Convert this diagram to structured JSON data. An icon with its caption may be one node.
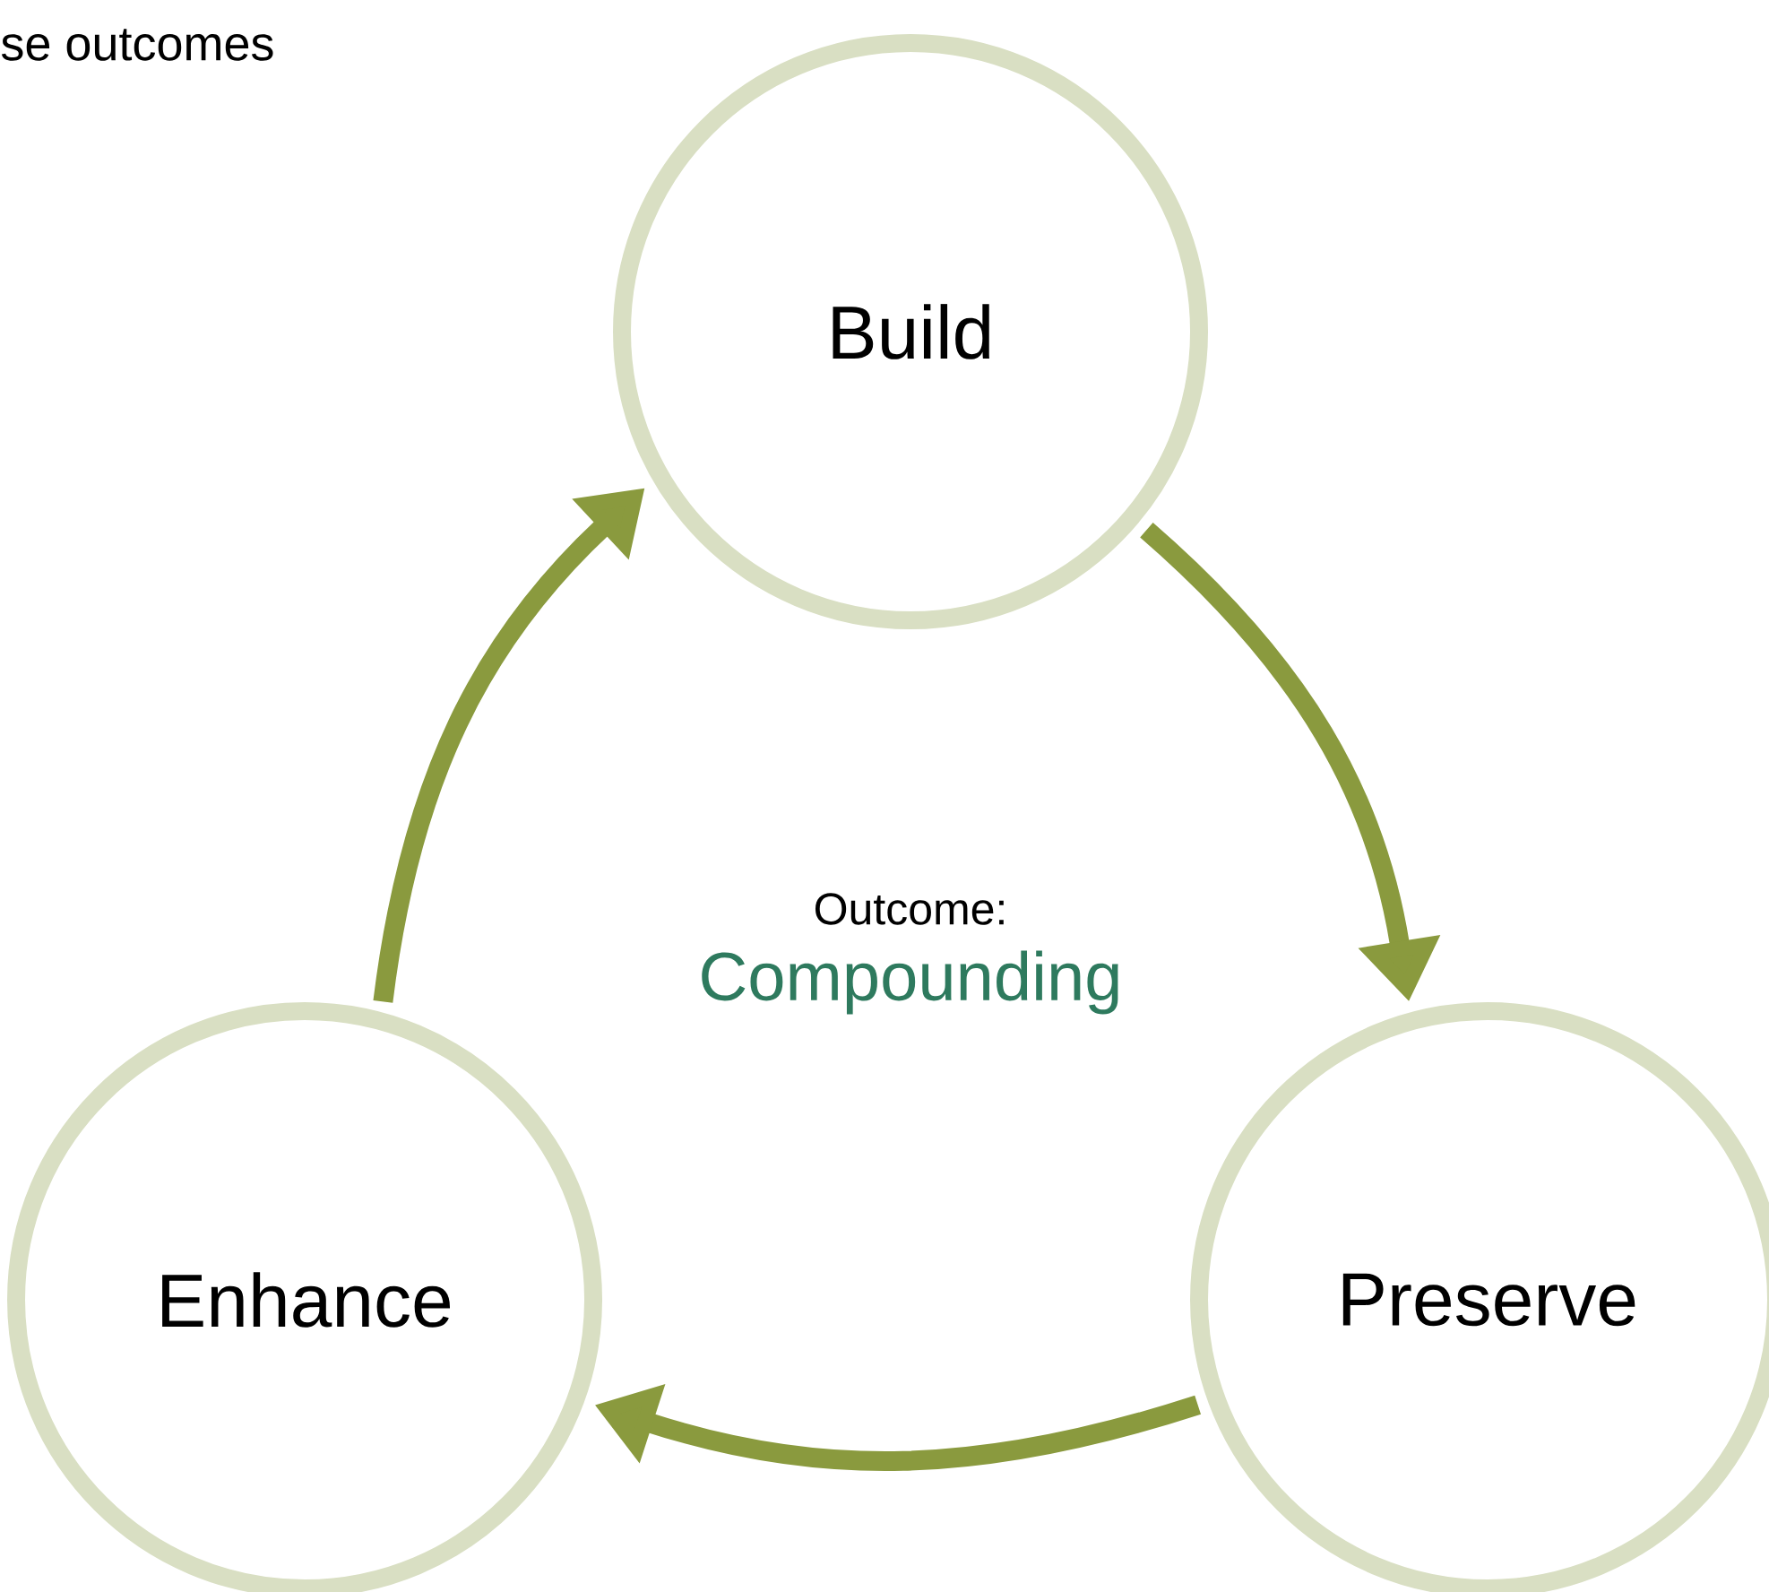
{
  "diagram": {
    "nodes": [
      {
        "text": [
          "Build"
        ]
      },
      {
        "text": [
          "Enhance"
        ]
      },
      {
        "text": [
          "Preserve"
        ]
      }
    ],
    "edges": [
      {
        "from": 0,
        "to": 2,
        "arrow": "to"
      },
      {
        "from": 2,
        "to": 1,
        "arrow": "to"
      },
      {
        "from": 1,
        "to": 0,
        "arrow": "to"
      }
    ],
    "labels": [
      "se outcomes",
      "Outcome:",
      "Compounding"
    ]
  }
}
